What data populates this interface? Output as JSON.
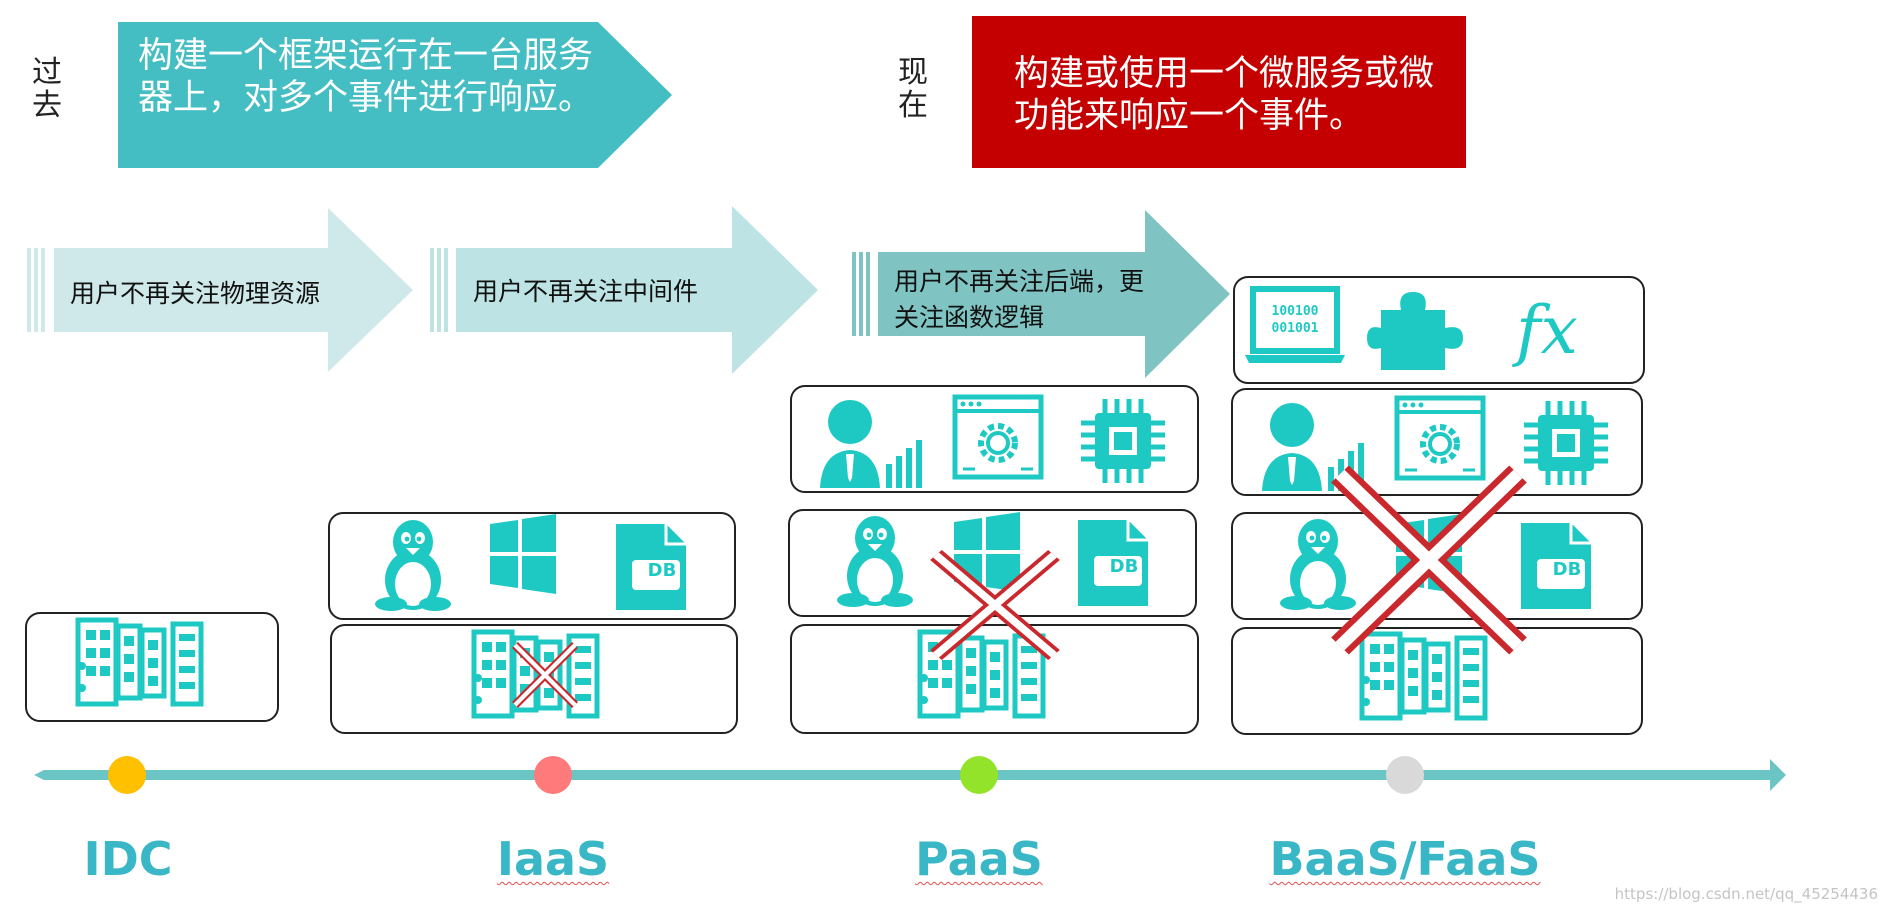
{
  "past_label": "过去",
  "now_label": "现在",
  "past_banner": "构建一个框架运行在一台服务器上，对多个事件进行响应。",
  "now_banner": "构建或使用一个微服务或微功能来响应一个事件。",
  "arrows": [
    {
      "text": "用户不再关注物理资源"
    },
    {
      "text": "用户不再关注中间件"
    },
    {
      "text": "用户不再关注后端，更关注函数逻辑"
    }
  ],
  "eras": [
    "IDC",
    "IaaS",
    "PaaS",
    "BaaS/FaaS"
  ],
  "colors": {
    "teal": "#1ec9c4",
    "teal_banner": "#45bec3",
    "red_banner": "#c40000",
    "cross": "#c9282c",
    "timeline": "#6cc5c5",
    "dots": [
      "#ffc000",
      "#ff7b7b",
      "#92e32a",
      "#d9d9d9"
    ]
  },
  "icons": {
    "idc": [
      "server-rack-icon"
    ],
    "iaas": [
      "linux-tux-icon",
      "windows-icon",
      "database-icon",
      "server-rack-icon"
    ],
    "paas": [
      "user-analytics-icon",
      "settings-window-icon",
      "cpu-chip-icon",
      "linux-tux-icon",
      "windows-icon",
      "database-icon",
      "server-rack-icon"
    ],
    "faas": [
      "binary-laptop-icon",
      "puzzle-piece-icon",
      "function-fx-icon",
      "user-analytics-icon",
      "settings-window-icon",
      "cpu-chip-icon",
      "linux-tux-icon",
      "windows-icon",
      "database-icon",
      "server-rack-icon"
    ]
  },
  "db_label": "DB",
  "laptop_bits": [
    "100100",
    "001001"
  ],
  "fx_label": "fx",
  "watermark": "https://blog.csdn.net/qq_45254436"
}
